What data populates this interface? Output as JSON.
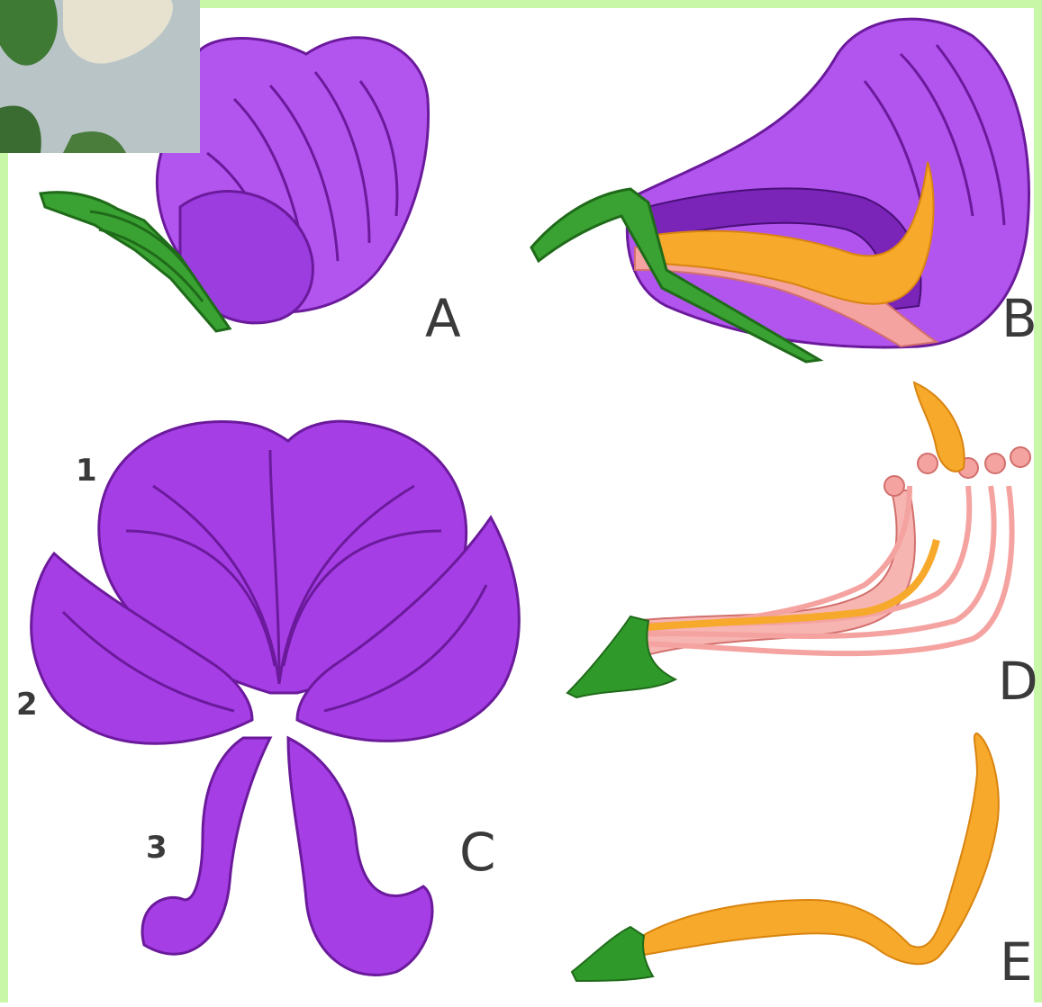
{
  "image": {
    "background": "#ffffff",
    "border_color": "#c9f7a8",
    "petal_color": "#a63ee6",
    "petal_vein_color": "#6b1a9c",
    "sepal_color": "#2f9a2a",
    "stamen_color": "#f4a3a0",
    "pistil_color": "#f6a92a"
  },
  "labels": {
    "a": "A",
    "b": "B",
    "c": "C",
    "d": "D",
    "e": "E",
    "n1": "1",
    "n2": "2",
    "n3": "3"
  }
}
